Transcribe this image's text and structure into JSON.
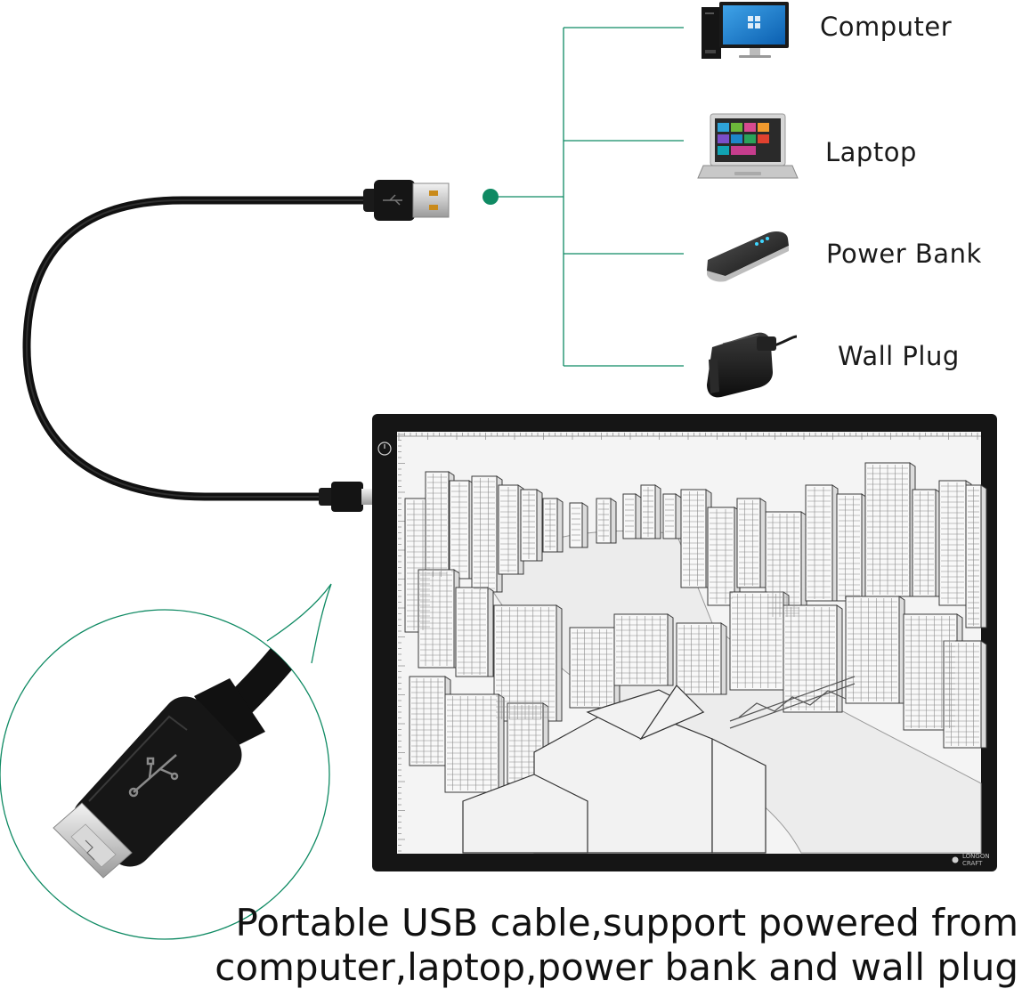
{
  "sources": [
    {
      "label": "Computer",
      "icon": "computer-icon"
    },
    {
      "label": "Laptop",
      "icon": "laptop-icon"
    },
    {
      "label": "Power Bank",
      "icon": "power-bank-icon"
    },
    {
      "label": "Wall Plug",
      "icon": "wall-plug-icon"
    }
  ],
  "board_brand": "LONGON CRAFT",
  "caption": {
    "line1": "Portable USB cable,support powered from",
    "line2": "computer,laptop,power bank and wall plug"
  },
  "colors": {
    "accent_green": "#0f8a63",
    "cable": "#111111",
    "board_frame": "#151515"
  }
}
